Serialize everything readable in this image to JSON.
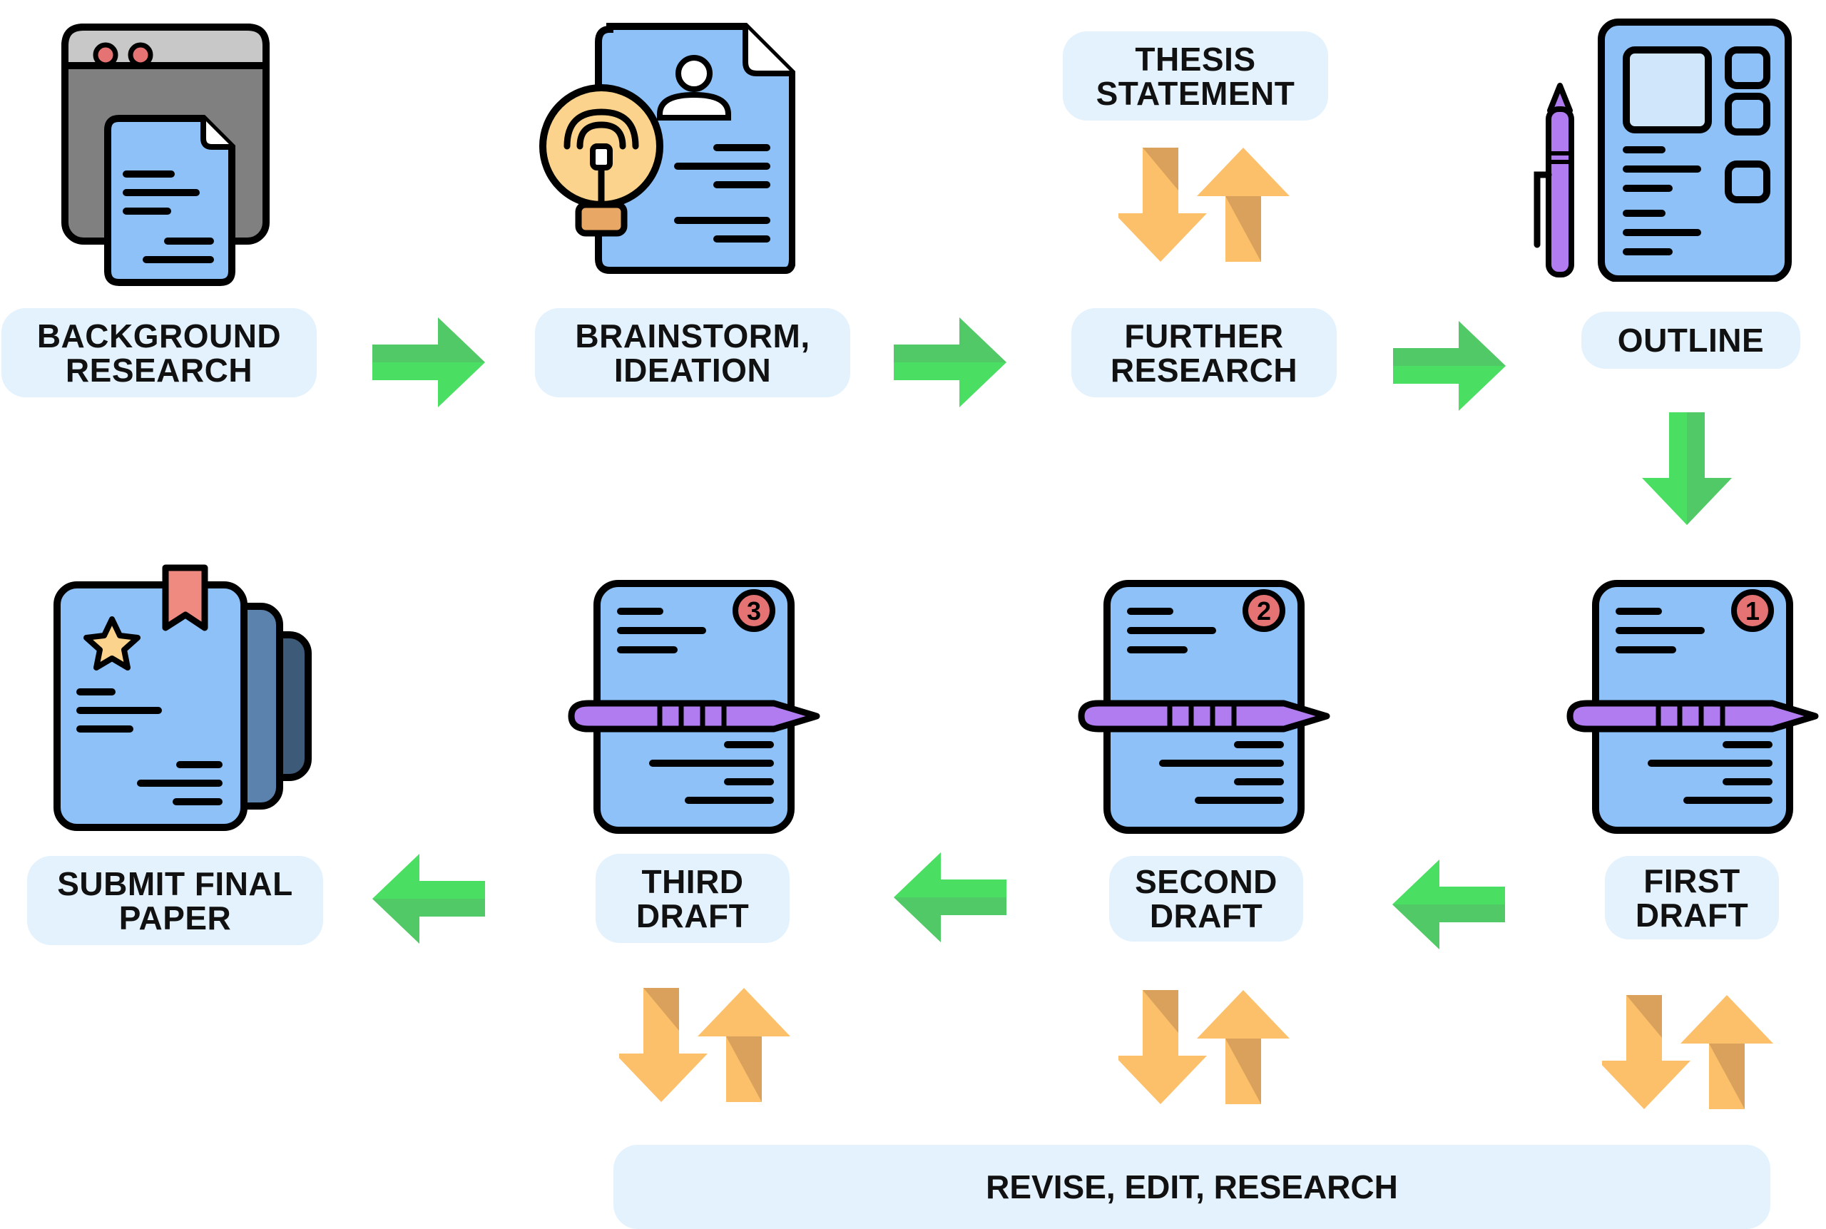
{
  "steps": {
    "background_research": {
      "line1": "BACKGROUND",
      "line2": "RESEARCH"
    },
    "brainstorm": {
      "line1": "BRAINSTORM,",
      "line2": "IDEATION"
    },
    "thesis": {
      "line1": "THESIS",
      "line2": "STATEMENT"
    },
    "further_research": {
      "line1": "FURTHER",
      "line2": "RESEARCH"
    },
    "outline": {
      "line1": "OUTLINE"
    },
    "first_draft": {
      "line1": "FIRST",
      "line2": "DRAFT",
      "badge": "1"
    },
    "second_draft": {
      "line1": "SECOND",
      "line2": "DRAFT",
      "badge": "2"
    },
    "third_draft": {
      "line1": "THIRD",
      "line2": "DRAFT",
      "badge": "3"
    },
    "submit": {
      "line1": "SUBMIT FINAL",
      "line2": "PAPER"
    }
  },
  "revise": {
    "label": "REVISE, EDIT, RESEARCH"
  },
  "colors": {
    "label_bg": "#e3f2fd",
    "flow_arrow": "#4ade63",
    "swap_arrow": "#fdc06a",
    "doc_blue": "#8dc1f8",
    "pen_purple": "#b07cf0",
    "badge_red": "#e57373"
  }
}
